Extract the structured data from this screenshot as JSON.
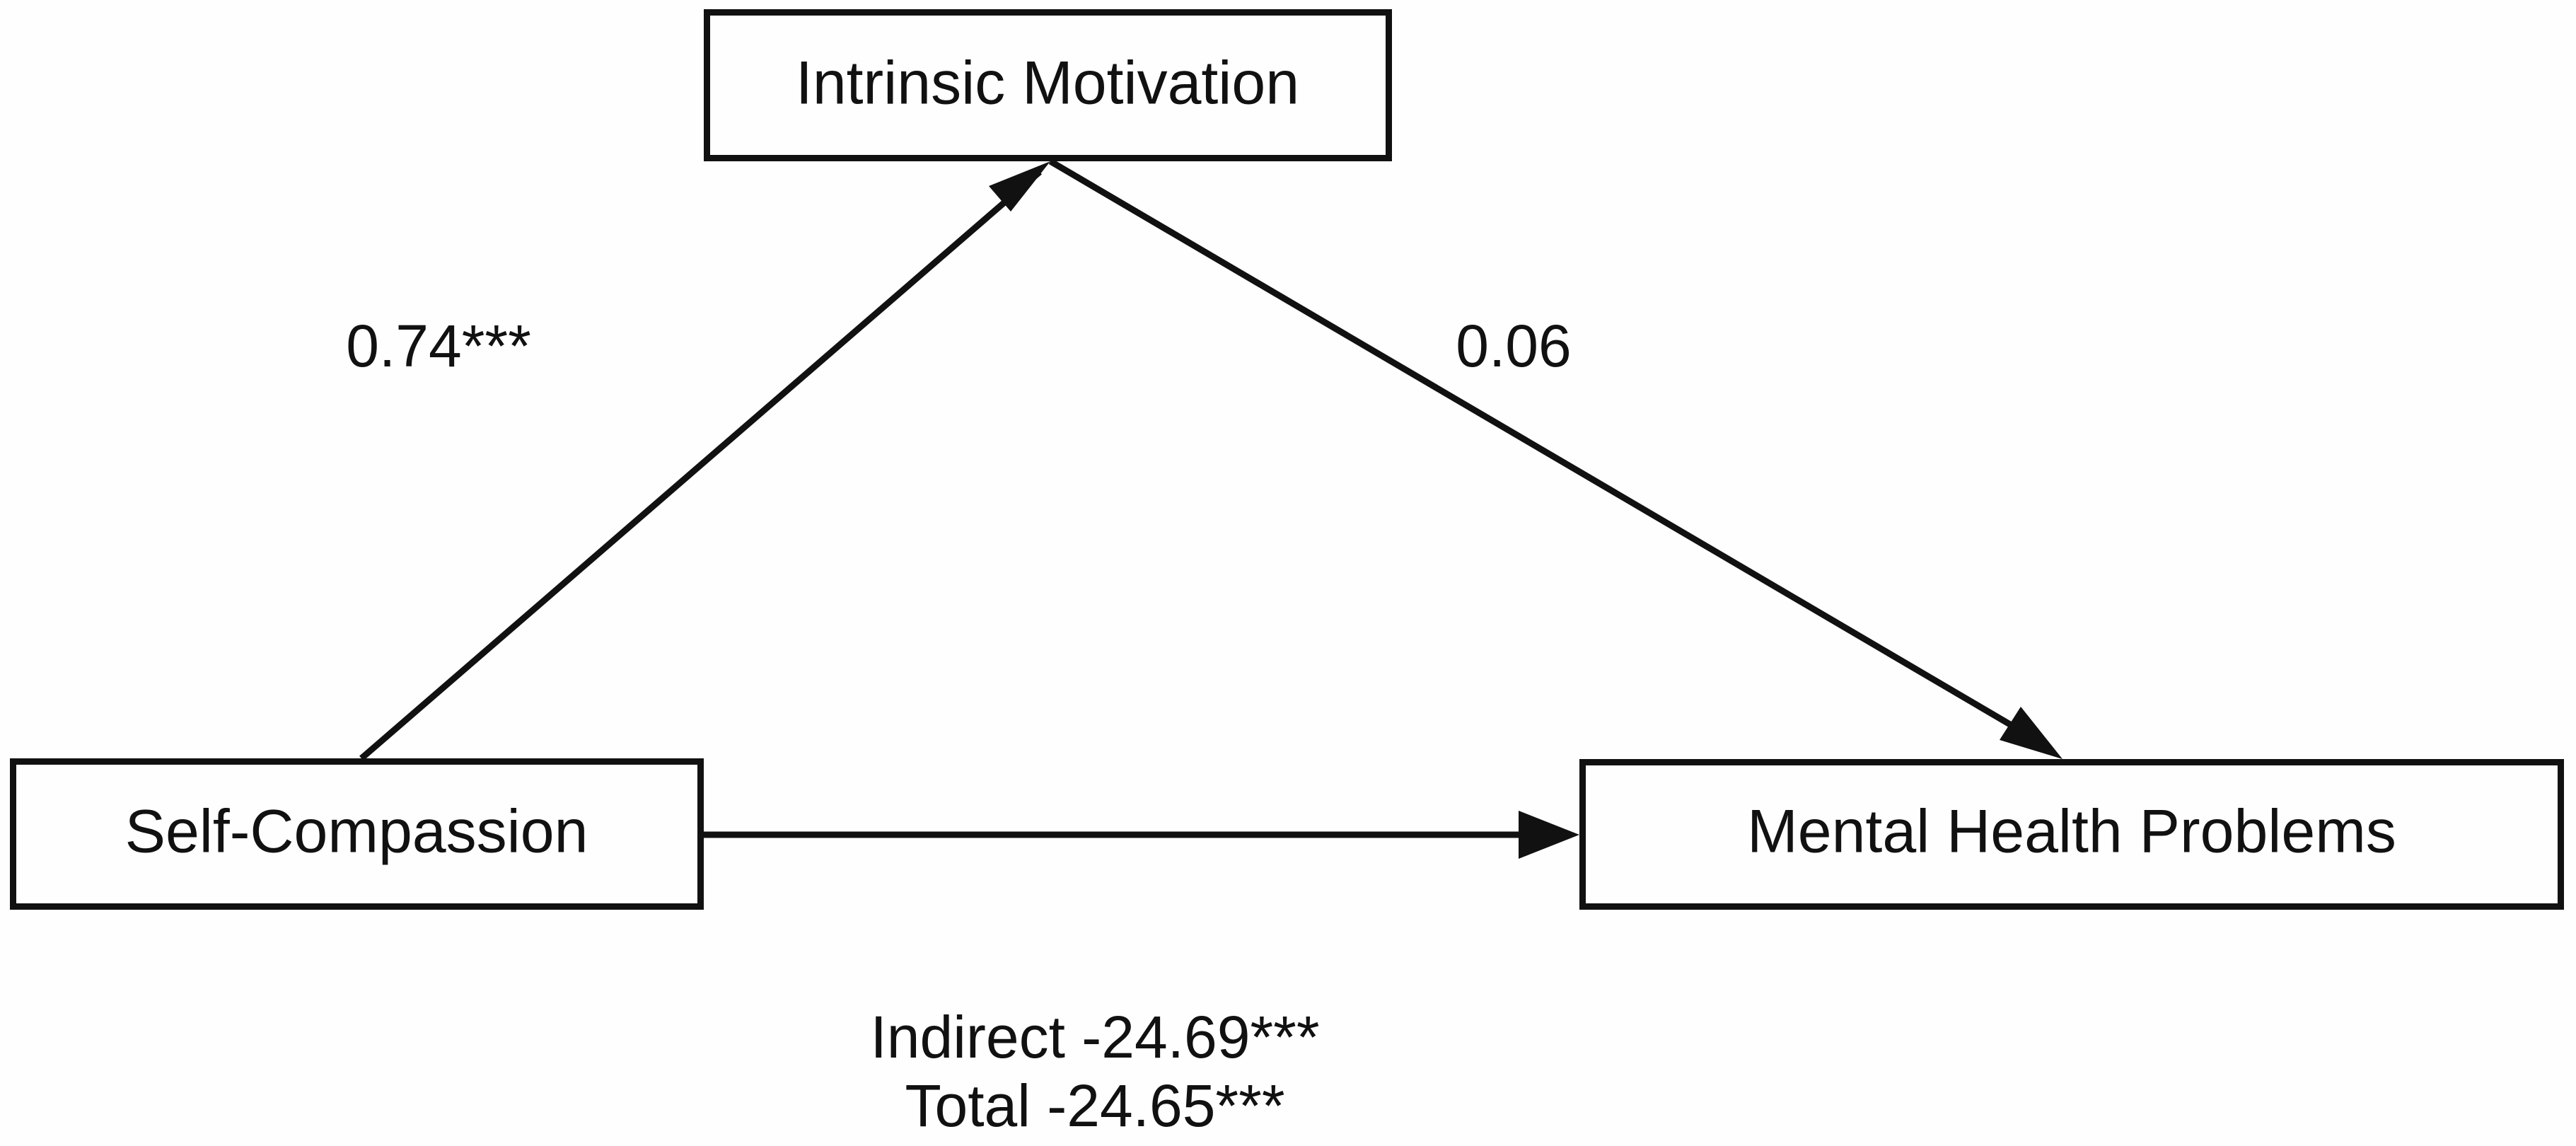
{
  "figure": {
    "type": "mediation-path-diagram",
    "background_color": "#fefefe",
    "line_color": "#111111",
    "text_color": "#111111"
  },
  "nodes": {
    "mediator": {
      "label": "Intrinsic Motivation"
    },
    "predictor": {
      "label": "Self-Compassion"
    },
    "outcome": {
      "label": "Mental Health Problems"
    }
  },
  "paths": {
    "a": {
      "label": "0.74***",
      "from": "Self-Compassion",
      "to": "Intrinsic Motivation"
    },
    "b": {
      "label": "0.06",
      "from": "Intrinsic Motivation",
      "to": "Mental Health Problems"
    },
    "c": {
      "label": "",
      "from": "Self-Compassion",
      "to": "Mental Health Problems"
    }
  },
  "effects": {
    "indirect": "Indirect -24.69***",
    "total": "Total -24.65***"
  },
  "chart_data": {
    "type": "diagram",
    "title": "",
    "nodes": [
      "Self-Compassion",
      "Intrinsic Motivation",
      "Mental Health Problems"
    ],
    "edges": [
      {
        "source": "Self-Compassion",
        "target": "Intrinsic Motivation",
        "label": "0.74***",
        "value": 0.74,
        "significance": "***"
      },
      {
        "source": "Intrinsic Motivation",
        "target": "Mental Health Problems",
        "label": "0.06",
        "value": 0.06,
        "significance": ""
      },
      {
        "source": "Self-Compassion",
        "target": "Mental Health Problems",
        "label": "",
        "value": null,
        "significance": ""
      }
    ],
    "annotations": [
      {
        "name": "indirect_effect",
        "label": "Indirect -24.69***",
        "value": -24.69,
        "significance": "***"
      },
      {
        "name": "total_effect",
        "label": "Total -24.65***",
        "value": -24.65,
        "significance": "***"
      }
    ]
  }
}
